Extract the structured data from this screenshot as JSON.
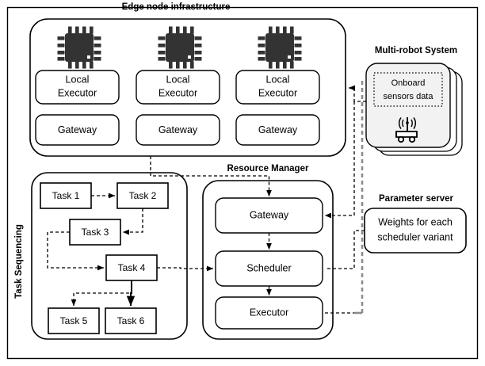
{
  "figure": {
    "title_edge": "Edge node infrastructure",
    "title_robot": "Multi-robot System",
    "title_param": "Parameter server",
    "title_rm": "Resource Manager",
    "title_task": "Task Sequencing"
  },
  "edge_nodes": [
    {
      "icon": "chip-icon",
      "executor": "Local\nExecutor",
      "executor_line1": "Local",
      "executor_line2": "Executor",
      "gateway": "Gateway"
    },
    {
      "icon": "chip-icon",
      "executor": "Local\nExecutor",
      "executor_line1": "Local",
      "executor_line2": "Executor",
      "gateway": "Gateway"
    },
    {
      "icon": "chip-icon",
      "executor": "Local\nExecutor",
      "executor_line1": "Local",
      "executor_line2": "Executor",
      "gateway": "Gateway"
    }
  ],
  "robot_card": {
    "sensors_line1": "Onboard",
    "sensors_line2": "sensors data",
    "icon": "robot-antenna-icon",
    "stack_count": 3
  },
  "parameter_server": {
    "line1": "Weights for each",
    "line2": "scheduler variant"
  },
  "resource_manager": {
    "blocks": [
      {
        "label": "Gateway"
      },
      {
        "label": "Scheduler"
      },
      {
        "label": "Executor"
      }
    ]
  },
  "task_sequencing": {
    "tasks": [
      {
        "id": "task-1",
        "label": "Task 1"
      },
      {
        "id": "task-2",
        "label": "Task 2"
      },
      {
        "id": "task-3",
        "label": "Task 3"
      },
      {
        "id": "task-4",
        "label": "Task 4"
      },
      {
        "id": "task-5",
        "label": "Task 5"
      },
      {
        "id": "task-6",
        "label": "Task 6"
      }
    ]
  },
  "colors": {
    "stroke": "#000000",
    "gray_connector": "#8c8c8c",
    "card_fill": "#f2f2f2",
    "chip_fill": "#333333",
    "background": "#ffffff"
  }
}
